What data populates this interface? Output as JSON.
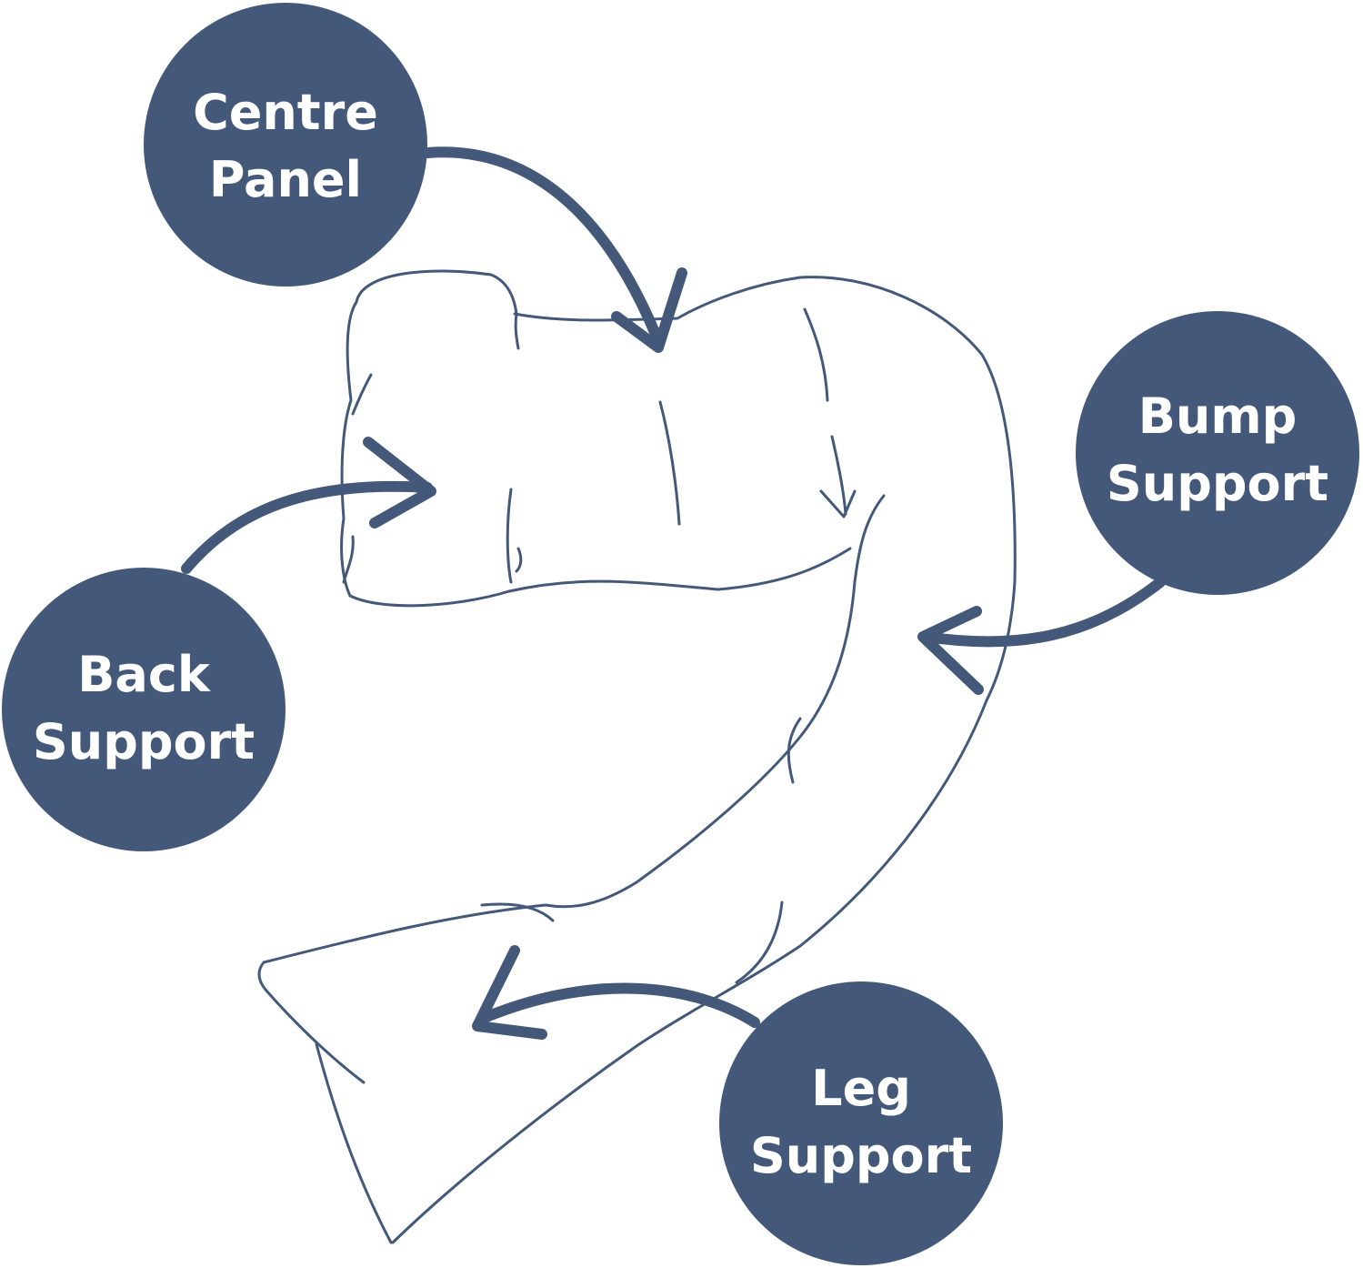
{
  "colors": {
    "accent": "#44597a",
    "text_on_accent": "#ffffff",
    "background": "#ffffff"
  },
  "labels": {
    "centre_panel": {
      "line1": "Centre",
      "line2": "Panel"
    },
    "bump_support": {
      "line1": "Bump",
      "line2": "Support"
    },
    "back_support": {
      "line1": "Back",
      "line2": "Support"
    },
    "leg_support": {
      "line1": "Leg",
      "line2": "Support"
    }
  }
}
